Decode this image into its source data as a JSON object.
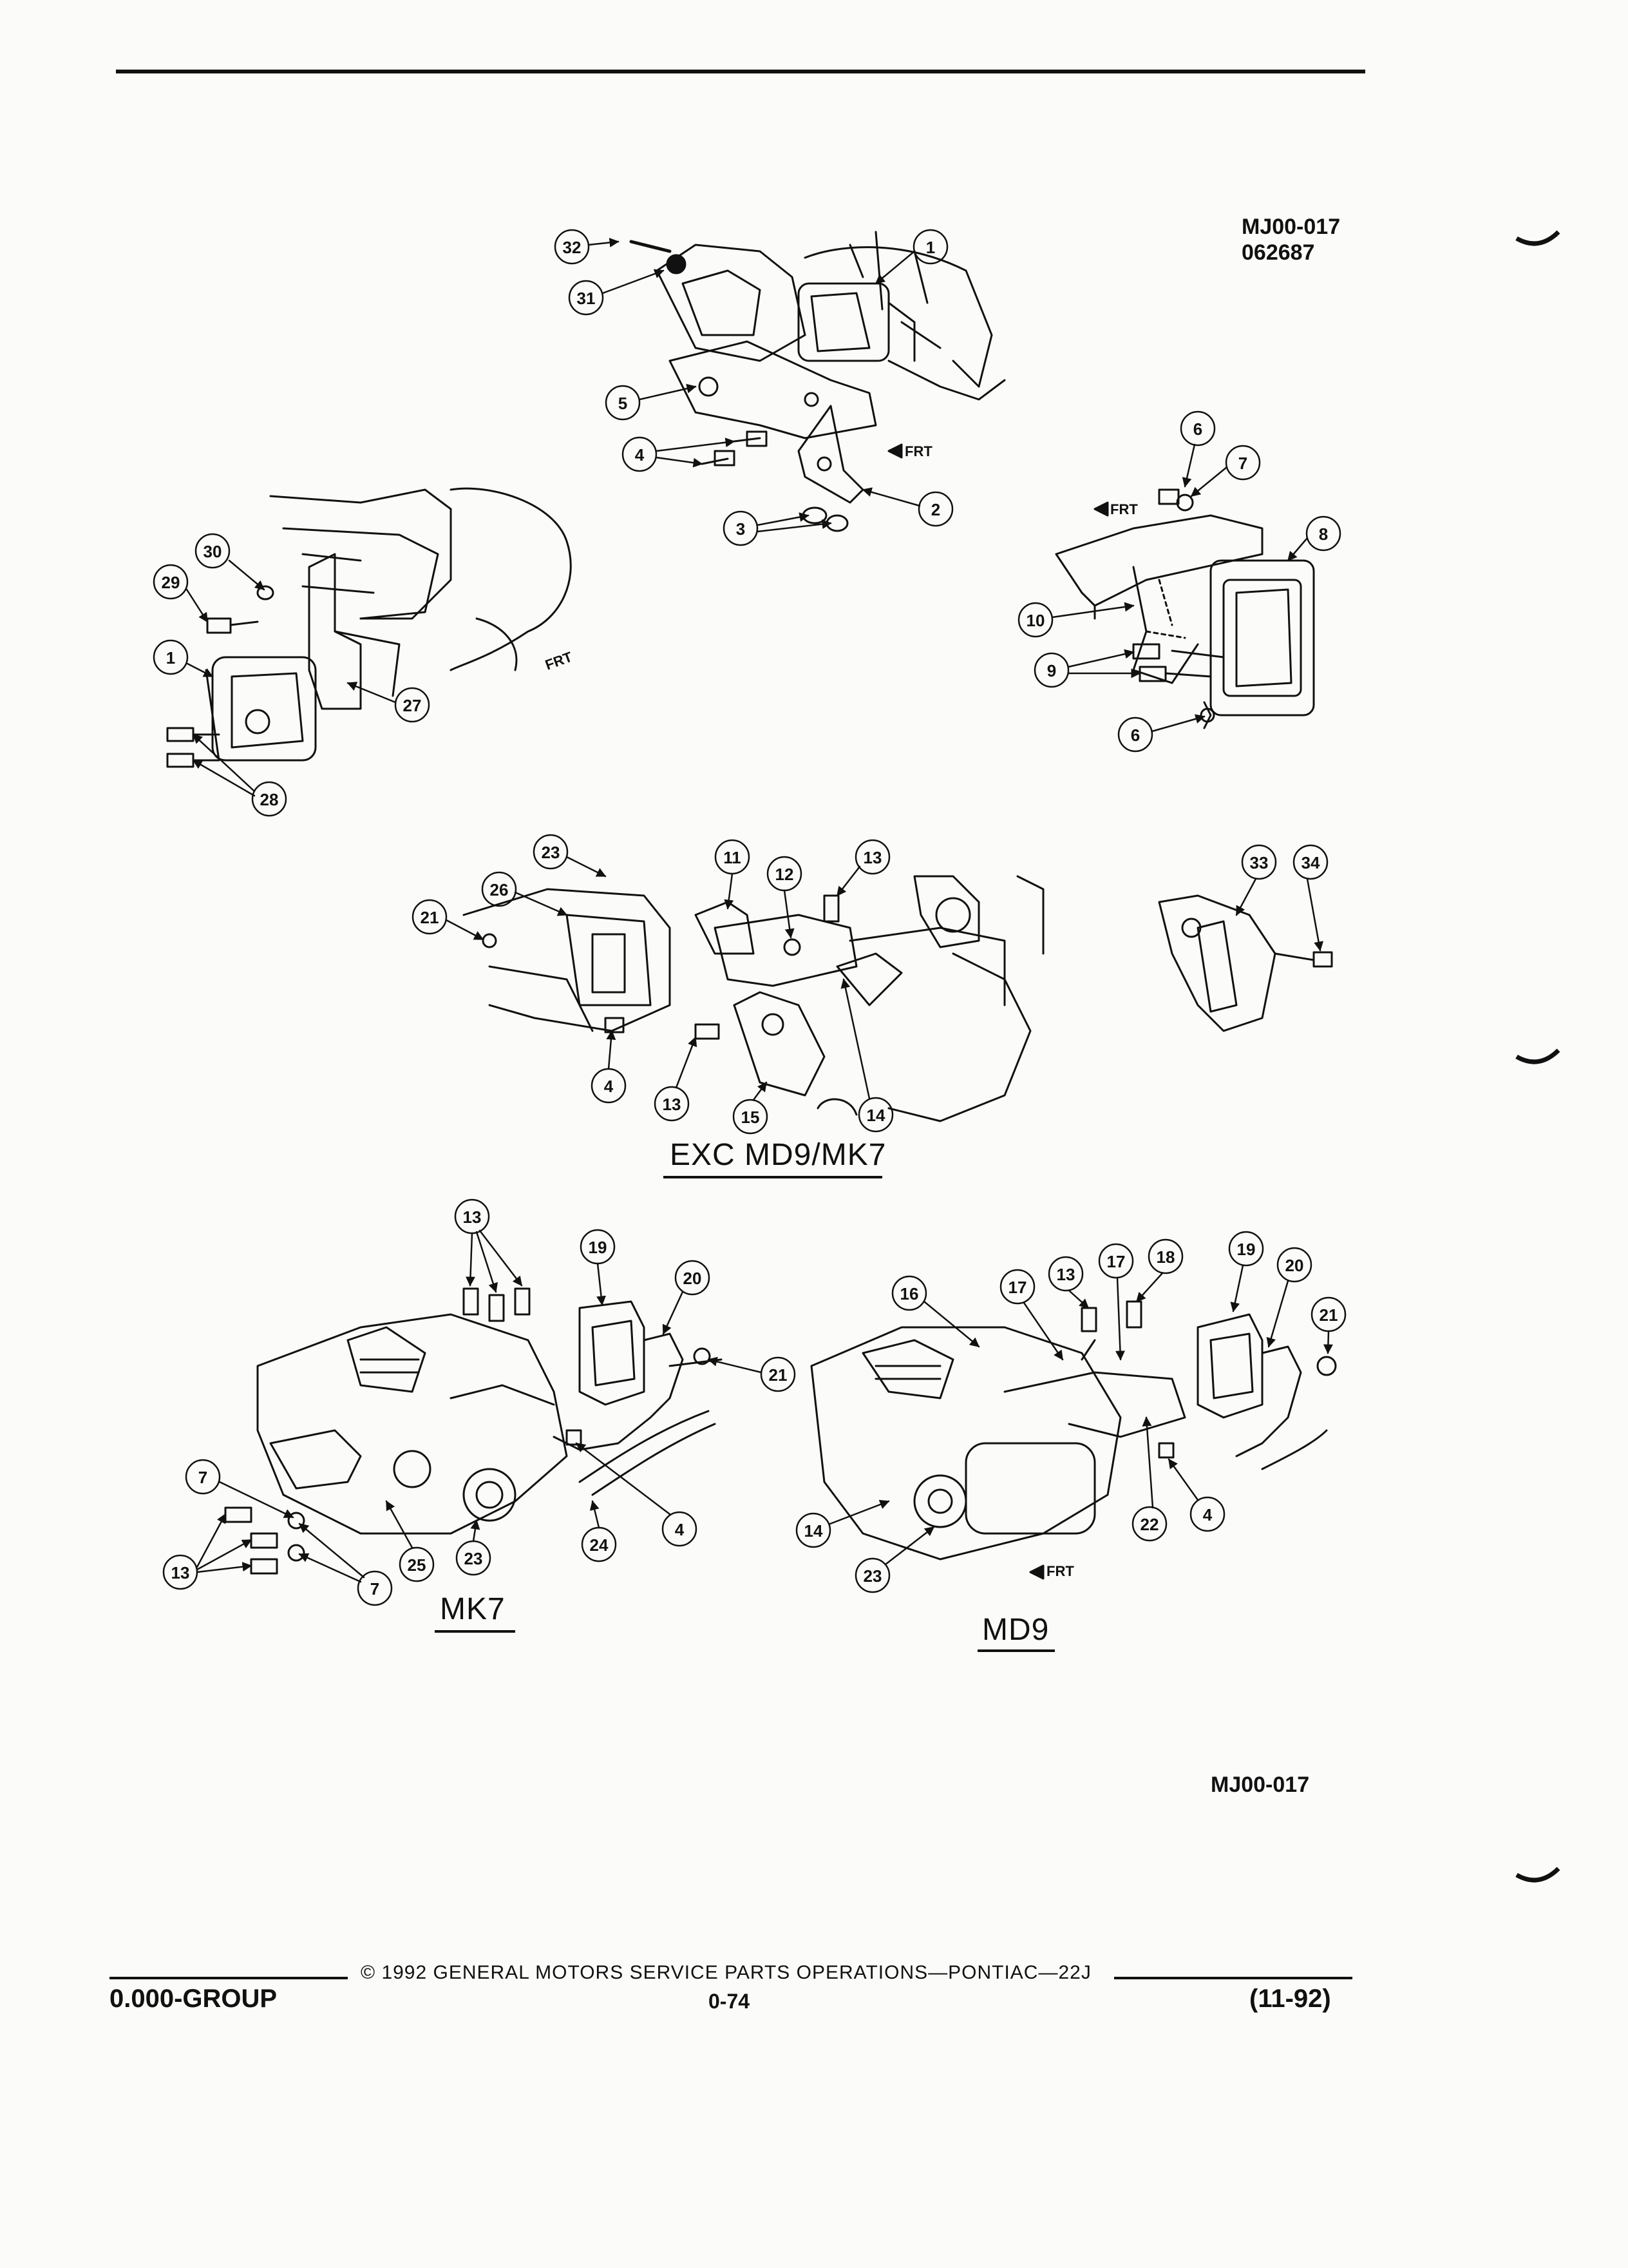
{
  "header": {
    "ref_code_top": "MJ00-017",
    "ref_date": "062687"
  },
  "figures": {
    "top_callouts": [
      "32",
      "31",
      "1",
      "5",
      "4",
      "3",
      "2"
    ],
    "left_callouts": [
      "30",
      "29",
      "1",
      "27",
      "28"
    ],
    "right_callouts": [
      "6",
      "7",
      "8",
      "10",
      "9",
      "6"
    ],
    "middle_callouts": [
      "23",
      "11",
      "12",
      "13",
      "26",
      "21",
      "4",
      "13",
      "15",
      "14"
    ],
    "middle_right_callouts": [
      "33",
      "34"
    ],
    "mk7_callouts": [
      "13",
      "19",
      "20",
      "21",
      "7",
      "13",
      "24",
      "4",
      "25",
      "23",
      "7"
    ],
    "md9_callouts": [
      "16",
      "17",
      "13",
      "17",
      "18",
      "19",
      "20",
      "21",
      "14",
      "22",
      "4",
      "23"
    ],
    "frt_label": "FRT",
    "caption_middle": "EXC MD9/MK7",
    "caption_mk7": "MK7",
    "caption_md9": "MD9"
  },
  "ref_code_bottom": "MJ00-017",
  "footer": {
    "copyright": "© 1992 GENERAL MOTORS SERVICE PARTS OPERATIONS—PONTIAC—22J",
    "group": "0.000-GROUP",
    "page": "0-74",
    "revision": "(11-92)"
  }
}
